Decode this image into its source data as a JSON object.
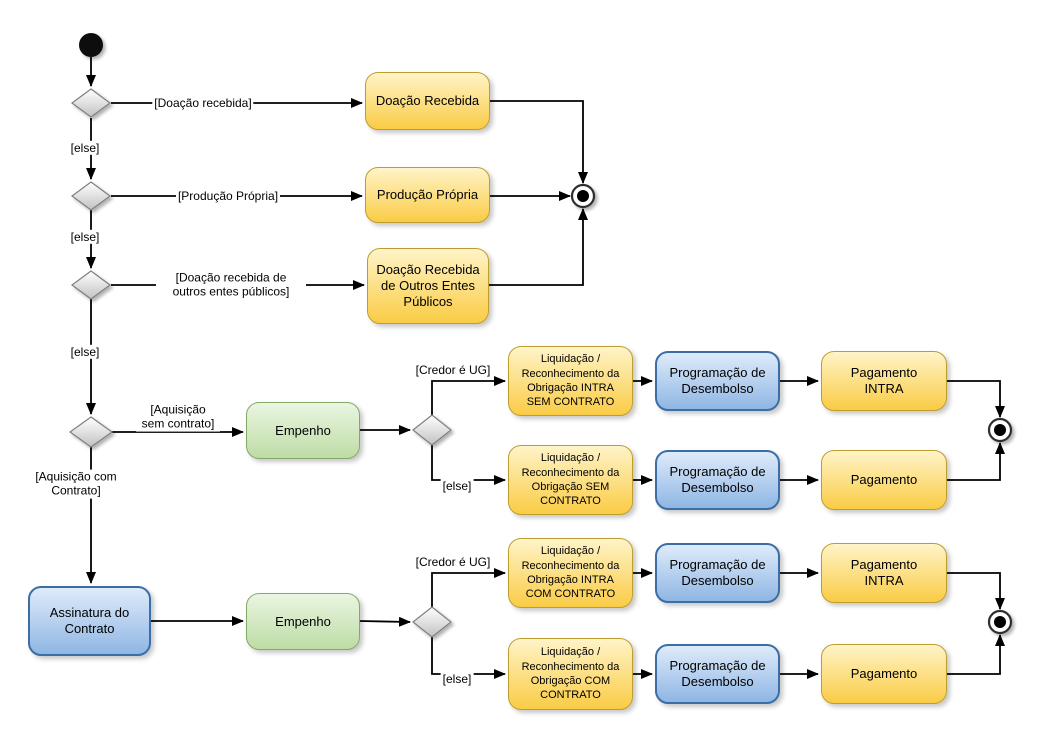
{
  "diagram_type": "uml-activity-diagram",
  "background": "#ffffff",
  "colors": {
    "activity_yellow_top": "#FFF4C8",
    "activity_yellow_bottom": "#FACC45",
    "activity_yellow_border": "#BE9D30",
    "activity_green_top": "#EBF6E2",
    "activity_green_bottom": "#BDDCA5",
    "activity_green_border": "#82A86A",
    "activity_blue_top": "#DFEBFA",
    "activity_blue_bottom": "#8FB6E4",
    "activity_blue_border": "#3A6EA5",
    "decision_fill_top": "#FFFFFF",
    "decision_fill_bottom": "#C2C2C2",
    "decision_border": "#7F7F7F",
    "edge_color": "#000000"
  },
  "nodes": {
    "doacao_recebida": {
      "label": "Doação Recebida",
      "type": "activity"
    },
    "producao_propria": {
      "label": "Produção Própria",
      "type": "activity"
    },
    "doacao_outros_entes": {
      "label": "Doação Recebida de Outros Entes Públicos",
      "type": "activity"
    },
    "empenho_1": {
      "label": "Empenho",
      "type": "activity"
    },
    "liq_intra_sem_contrato": {
      "label": "Liquidação / Reconhecimento da Obrigação INTRA SEM CONTRATO",
      "type": "activity"
    },
    "prog_desembolso_1": {
      "label": "Programação de Desembolso",
      "type": "activity"
    },
    "pagamento_intra_1": {
      "label": "Pagamento INTRA",
      "type": "activity"
    },
    "liq_sem_contrato": {
      "label": "Liquidação / Reconhecimento da Obrigação SEM CONTRATO",
      "type": "activity"
    },
    "prog_desembolso_2": {
      "label": "Programação de Desembolso",
      "type": "activity"
    },
    "pagamento_1": {
      "label": "Pagamento",
      "type": "activity"
    },
    "assinatura_contrato": {
      "label": "Assinatura do Contrato",
      "type": "activity"
    },
    "empenho_2": {
      "label": "Empenho",
      "type": "activity"
    },
    "liq_intra_com_contrato": {
      "label": "Liquidação / Reconhecimento da Obrigação INTRA COM CONTRATO",
      "type": "activity"
    },
    "prog_desembolso_3": {
      "label": "Programação de Desembolso",
      "type": "activity"
    },
    "pagamento_intra_2": {
      "label": "Pagamento INTRA",
      "type": "activity"
    },
    "liq_com_contrato": {
      "label": "Liquidação / Reconhecimento da Obrigação COM CONTRATO",
      "type": "activity"
    },
    "prog_desembolso_4": {
      "label": "Programação de Desembolso",
      "type": "activity"
    },
    "pagamento_2": {
      "label": "Pagamento",
      "type": "activity"
    }
  },
  "edge_labels": {
    "doacao_recebida": "[Doação recebida]",
    "else_1": "[else]",
    "producao_propria": "[Produção Própria]",
    "else_2": "[else]",
    "doacao_outros": "[Doação recebida de outros entes públicos]",
    "else_3": "[else]",
    "aquisicao_sem_contrato": "[Aquisição sem contrato]",
    "aquisicao_com_contrato": "[Aquisição com Contrato]",
    "credor_e_ug_1": "[Credor é UG]",
    "else_4": "[else]",
    "credor_e_ug_2": "[Credor é UG]",
    "else_5": "[else]"
  }
}
